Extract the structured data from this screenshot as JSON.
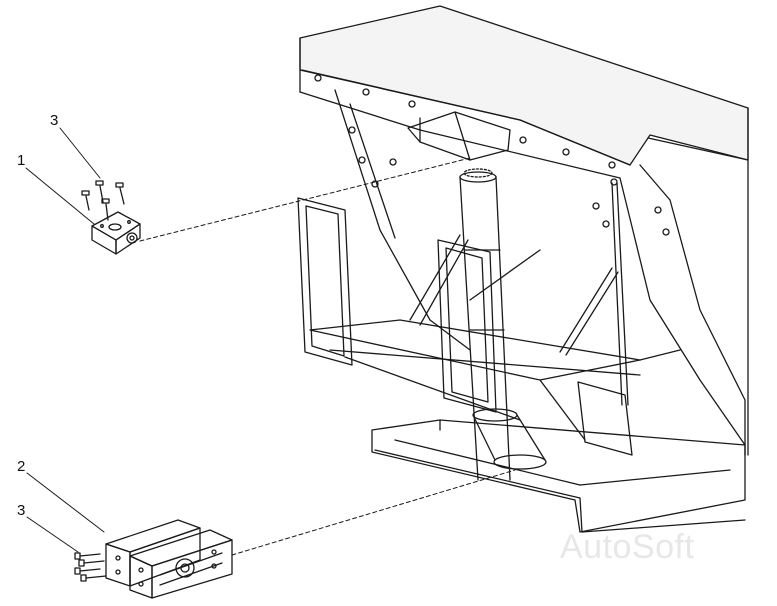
{
  "callouts": [
    {
      "label": "3"
    },
    {
      "label": "1"
    },
    {
      "label": "2"
    },
    {
      "label": "3"
    }
  ],
  "watermark": "AutoSoft"
}
